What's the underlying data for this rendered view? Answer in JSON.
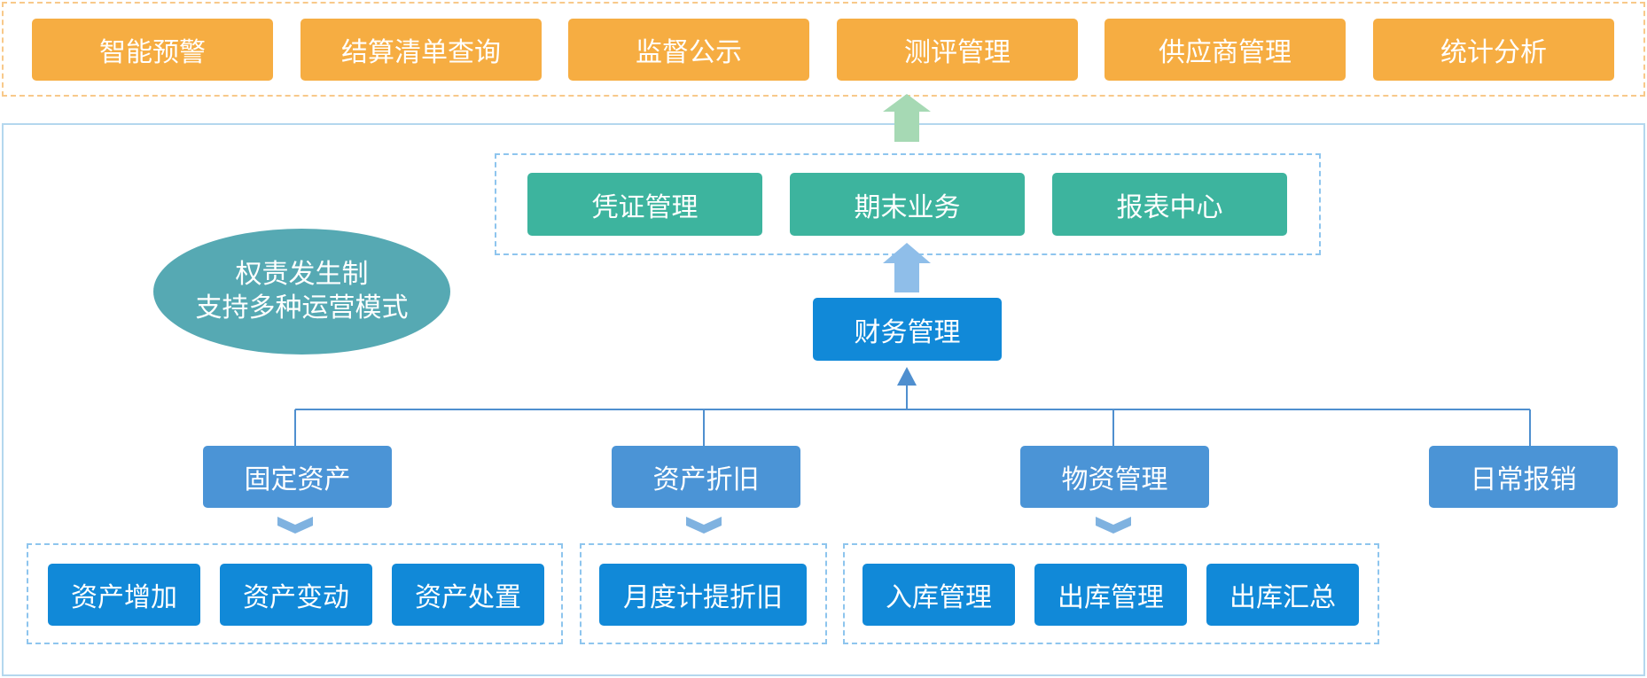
{
  "top_modules": [
    "智能预警",
    "结算清单查询",
    "监督公示",
    "测评管理",
    "供应商管理",
    "统计分析"
  ],
  "accounting_modules": [
    "凭证管理",
    "期末业务",
    "报表中心"
  ],
  "feature_ellipse": {
    "line1": "权责发生制",
    "line2": "支持多种运营模式"
  },
  "finance": "财务管理",
  "business_modules": [
    {
      "label": "固定资产",
      "subs": [
        "资产增加",
        "资产变动",
        "资产处置"
      ]
    },
    {
      "label": "资产折旧",
      "subs": [
        "月度计提折旧"
      ]
    },
    {
      "label": "物资管理",
      "subs": [
        "入库管理",
        "出库管理",
        "出库汇总"
      ]
    },
    {
      "label": "日常报销",
      "subs": []
    }
  ],
  "colors": {
    "top_module": "#f6ad42",
    "accounting_module": "#3db49e",
    "finance_box": "#1189d8",
    "business_module": "#4b94d6",
    "ellipse": "#56a9b3"
  }
}
